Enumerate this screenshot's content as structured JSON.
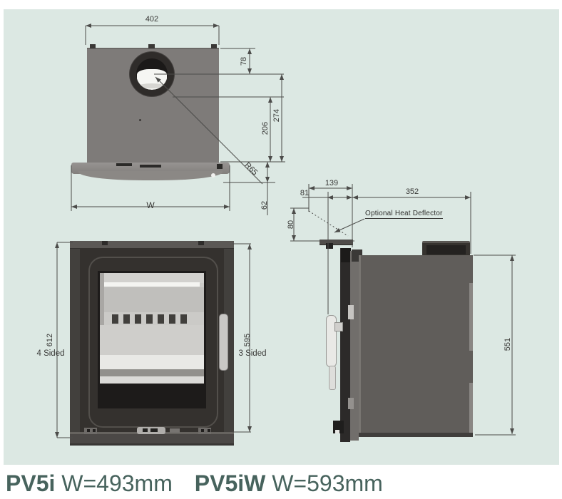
{
  "panel": {
    "background_color": "#dce8e3"
  },
  "labels": {
    "top_width": "402",
    "flue_offset": "78",
    "flue_center_depth": "274",
    "flue_edge_depth": "206",
    "flue_radius": "R65",
    "overall_width": "W",
    "fascia_depth": "62",
    "deflector_total_depth": "139",
    "deflector_front_depth": "81",
    "body_depth": "352",
    "deflector_height": "80",
    "body_height": "551",
    "front_height_4sided": "612",
    "four_sided": "4 Sided",
    "front_height_3sided": "595",
    "three_sided": "3 Sided",
    "heat_deflector_note": "Optional Heat Deflector"
  },
  "title": {
    "model1": "PV5i",
    "model1_width": "W=493mm",
    "model2": "PV5iW",
    "model2_width": "W=593mm",
    "text_color": "#47635d"
  }
}
